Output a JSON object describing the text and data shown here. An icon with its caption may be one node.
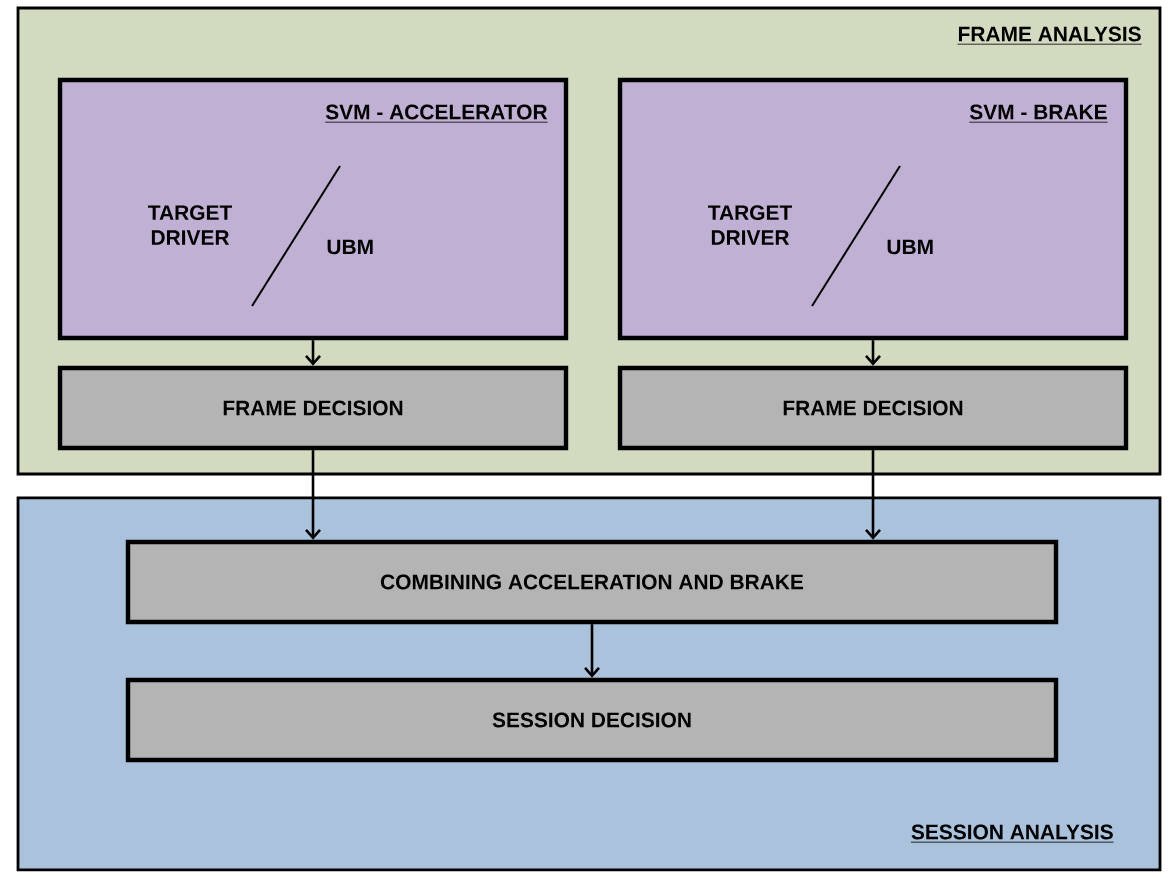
{
  "diagram": {
    "nodes": [
      {
        "text": [
          "FRAME ANALYSIS"
        ]
      },
      {
        "text": [
          "SVM - ACCELERATOR",
          "TARGET DRIVER",
          "UBM"
        ],
        "in": 0
      },
      {
        "text": [
          "FRAME DECISION"
        ],
        "in": 0
      },
      {
        "text": [
          "SVM - BRAKE",
          "TARGET DRIVER",
          "UBM"
        ],
        "in": 0
      },
      {
        "text": [
          "FRAME DECISION"
        ],
        "in": 0
      },
      {
        "text": [
          "SESSION ANALYSIS"
        ]
      },
      {
        "text": [
          "COMBINING ACCELERATION AND BRAKE"
        ],
        "in": 5
      },
      {
        "text": [
          "SESSION DECISION"
        ],
        "in": 5
      }
    ],
    "edges": [
      {
        "from": 1,
        "to": 2,
        "arrow": "to"
      },
      {
        "from": 3,
        "to": 4,
        "arrow": "to"
      },
      {
        "from": 2,
        "to": 6,
        "arrow": "to"
      },
      {
        "from": 4,
        "to": 6,
        "arrow": "to"
      },
      {
        "from": 6,
        "to": 7,
        "arrow": "to"
      }
    ]
  }
}
